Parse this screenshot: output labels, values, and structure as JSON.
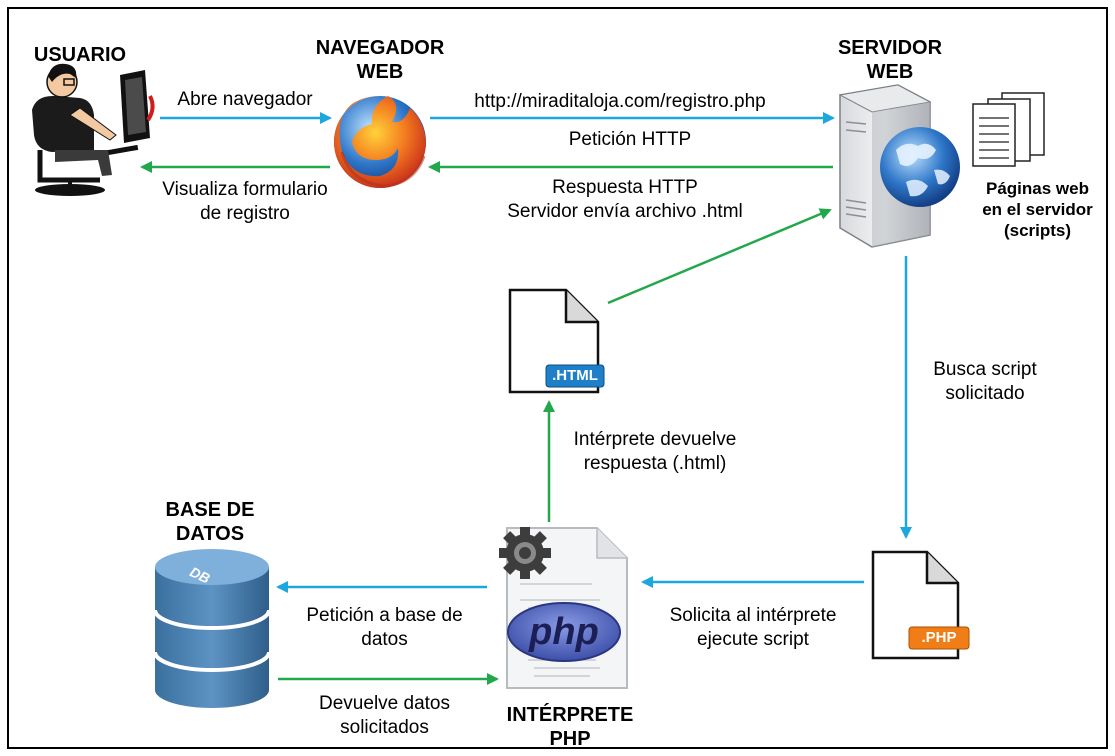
{
  "nodes": {
    "user": {
      "title": "USUARIO"
    },
    "browser": {
      "title_line1": "NAVEGADOR",
      "title_line2": "WEB"
    },
    "server": {
      "title_line1": "SERVIDOR",
      "title_line2": "WEB"
    },
    "pages": {
      "line1": "Páginas web",
      "line2": "en el servidor",
      "line3": "(scripts)"
    },
    "html_file": {
      "badge": ".HTML"
    },
    "php_file": {
      "badge": ".PHP"
    },
    "database": {
      "title_line1": "BASE DE",
      "title_line2": "DATOS",
      "icon_text": "DB"
    },
    "interpreter": {
      "title_line1": "INTÉRPRETE",
      "title_line2": "PHP",
      "logo_text": "php"
    }
  },
  "edges": {
    "open_browser": "Abre navegador",
    "display_form_line1": "Visualiza formulario",
    "display_form_line2": "de registro",
    "url": "http://miraditaloja.com/registro.php",
    "http_request": "Petición HTTP",
    "http_response_line1": "Respuesta HTTP",
    "http_response_line2": "Servidor envía archivo .html",
    "find_script_line1": "Busca script",
    "find_script_line2": "solicitado",
    "interp_returns_line1": "Intérprete devuelve",
    "interp_returns_line2": "respuesta (.html)",
    "ask_interpreter_line1": "Solicita al intérprete",
    "ask_interpreter_line2": "ejecute script",
    "db_request_line1": "Petición a base de",
    "db_request_line2": "datos",
    "db_return_line1": "Devuelve datos",
    "db_return_line2": "solicitados"
  },
  "colors": {
    "blue_arrow": "#1ca8dd",
    "green_arrow": "#22a84a"
  }
}
